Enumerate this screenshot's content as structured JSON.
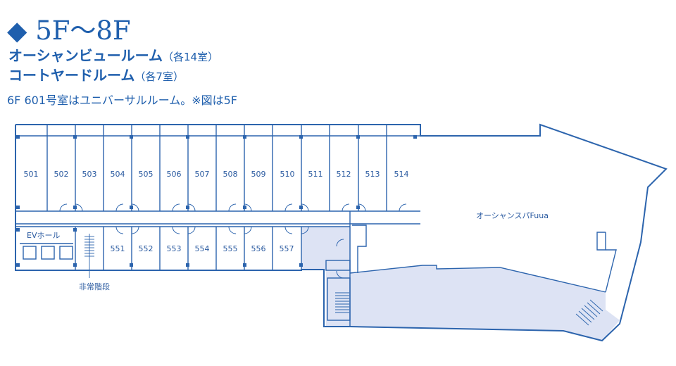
{
  "header": {
    "floors_title": "◆ 5F～8F",
    "ocean_view": {
      "name": "オーシャンビュールーム",
      "count": "（各14室）"
    },
    "courtyard": {
      "name": "コートヤードルーム",
      "count": "（各7室）"
    },
    "note": "6F 601号室はユニバーサルルーム。※図は5F"
  },
  "floor_plan": {
    "ocean_rooms": [
      "501",
      "502",
      "503",
      "504",
      "505",
      "506",
      "507",
      "508",
      "509",
      "510",
      "511",
      "512",
      "513",
      "514"
    ],
    "courtyard_rooms": [
      "551",
      "552",
      "553",
      "554",
      "555",
      "556",
      "557"
    ],
    "ev_hall_label": "EVホール",
    "stairs_label": "非常階段",
    "spa_label": "オーシャンスパFuua"
  },
  "colors": {
    "primary": "#1f5fad",
    "line": "#2c64ad",
    "shade": "#dde3f4"
  }
}
